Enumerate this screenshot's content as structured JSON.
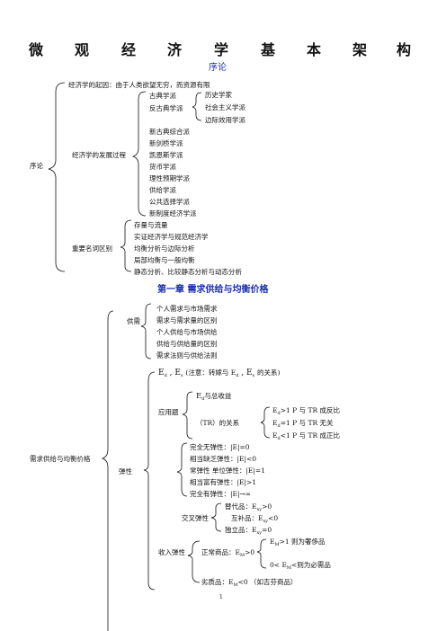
{
  "title_chars": [
    "微",
    "观",
    "经",
    "济",
    "学",
    "基",
    "本",
    "架",
    "构"
  ],
  "sec_intro": "序论",
  "intro": {
    "root": "序论",
    "origin": "经济学的起因：由于人类欲望无穷，而资源有限",
    "dev": "经济学的发展过程",
    "classical": "古典学派",
    "anti_classical": "反古典学派",
    "historical": "历史学家",
    "socialist": "社会主义学派",
    "marginal": "边际效用学派",
    "schools": [
      "新古典综合派",
      "新剑桥学派",
      "凯恩斯学派",
      "货币学派",
      "理性预期学派",
      "供给学派",
      "公共选择学派",
      "新制度经济学派"
    ],
    "terms": "重要名词区别",
    "term_items": [
      "存量与流量",
      "实证经济学与规范经济学",
      "均衡分析与边际分析",
      "局部均衡与一般均衡",
      "静态分析、比较静态分析与动态分析"
    ]
  },
  "ch1": {
    "heading": "第一章 需求供给与均衡价格",
    "root": "需求供给与均衡价格",
    "sd": "供需",
    "sd_items": [
      "个人需求与市场需求",
      "需求与需求量的区别",
      "个人供给与市场供给",
      "供给与供给量的区别",
      "需求法则与供给法则"
    ],
    "elastic": "弹性",
    "ed_es": "E",
    "ed_es_note": "(注意：转嫁与 E",
    "ed_es_tail": "的关系)",
    "app": "应用题",
    "ed_rev": "与总收益",
    "tr": "（TR）的关系",
    "tr_items": [
      ">1  P 与 TR 成反比",
      "=1  P 与 TR 无关",
      "<1  P 与 TR 成正比"
    ],
    "e_types": [
      "完全无弹性：|E|=0",
      "相当缺乏弹性：|E|<0",
      "常弹性    单位弹性：|E|=1",
      "相当富有弹性：|E|>1",
      "完全有弹性：|E|→∞"
    ],
    "cross": "交叉弹性",
    "cross_items": [
      "替代品：E",
      "互补品：E",
      "独立品：E"
    ],
    "cross_vals": [
      ">0",
      "<0",
      "=0"
    ],
    "income": "收入弹性",
    "normal": "正常商品：E",
    "normal_val": ">0",
    "luxury": ">1  则为奢侈品",
    "necessity": "0< E",
    "necessity_tail": "<则为必需品",
    "inferior": "劣质品：E",
    "inferior_tail": "<0 （如吉芬商品）"
  },
  "page_number": "1"
}
